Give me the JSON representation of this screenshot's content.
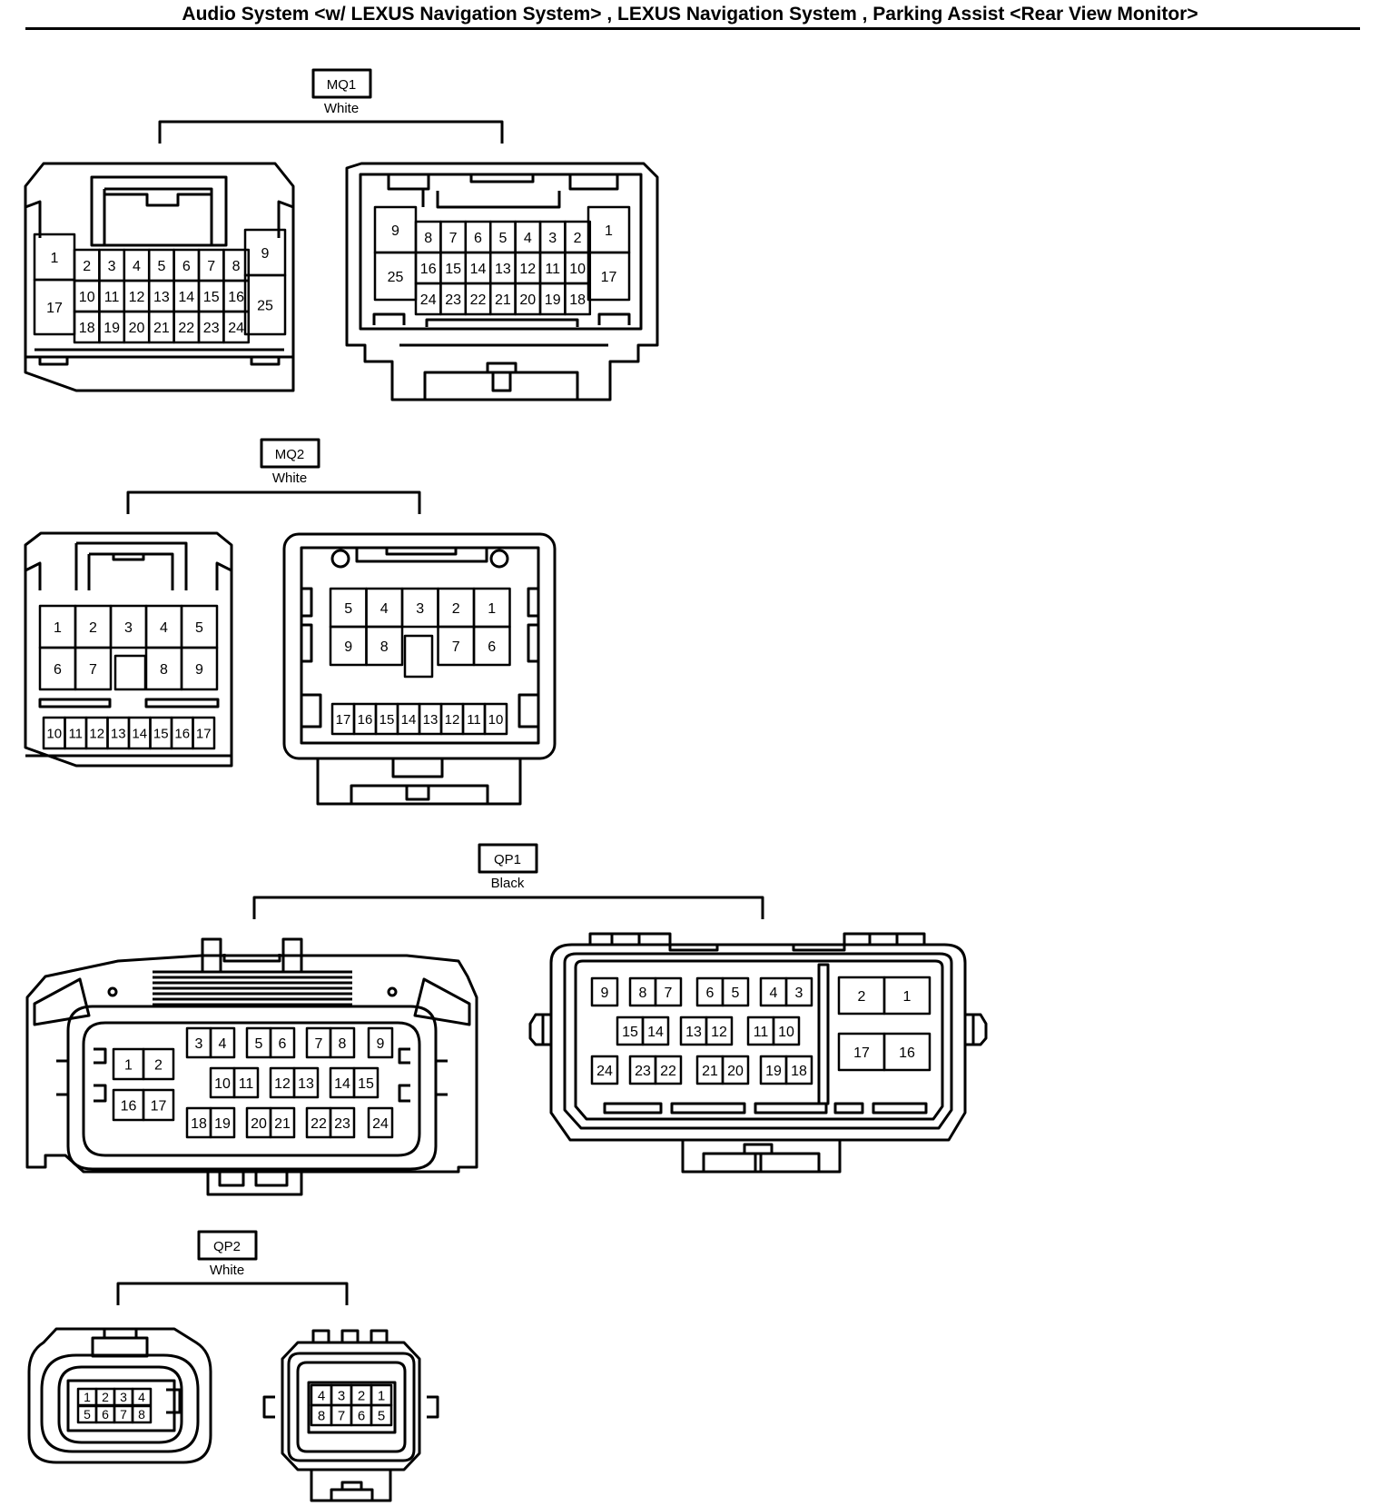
{
  "title": "Audio System <w/ LEXUS Navigation System> , LEXUS Navigation System , Parking Assist <Rear View Monitor>",
  "connectors": [
    {
      "id": "MQ1",
      "color": "White",
      "left_pins": {
        "big": [
          "1",
          "17",
          "9",
          "25"
        ],
        "r1": [
          "2",
          "3",
          "4",
          "5",
          "6",
          "7",
          "8"
        ],
        "r2": [
          "10",
          "11",
          "12",
          "13",
          "14",
          "15",
          "16"
        ],
        "r3": [
          "18",
          "19",
          "20",
          "21",
          "22",
          "23",
          "24"
        ]
      },
      "right_pins": {
        "big": [
          "9",
          "25",
          "1",
          "17"
        ],
        "r1": [
          "8",
          "7",
          "6",
          "5",
          "4",
          "3",
          "2"
        ],
        "r2": [
          "16",
          "15",
          "14",
          "13",
          "12",
          "11",
          "10"
        ],
        "r3": [
          "24",
          "23",
          "22",
          "21",
          "20",
          "19",
          "18"
        ]
      }
    },
    {
      "id": "MQ2",
      "color": "White",
      "left_pins": {
        "r1": [
          "1",
          "2",
          "3",
          "4",
          "5"
        ],
        "r2": [
          "6",
          "7",
          "",
          "8",
          "9"
        ],
        "r3": [
          "10",
          "11",
          "12",
          "13",
          "14",
          "15",
          "16",
          "17"
        ]
      },
      "right_pins": {
        "r1": [
          "5",
          "4",
          "3",
          "2",
          "1"
        ],
        "r2": [
          "9",
          "8",
          "",
          "7",
          "6"
        ],
        "r3": [
          "17",
          "16",
          "15",
          "14",
          "13",
          "12",
          "11",
          "10"
        ]
      }
    },
    {
      "id": "QP1",
      "color": "Black",
      "left_pins": {
        "g1": [
          "1",
          "2",
          "16",
          "17"
        ],
        "r1": [
          "3",
          "4",
          "5",
          "6",
          "7",
          "8",
          "9"
        ],
        "r2": [
          "10",
          "11",
          "12",
          "13",
          "14",
          "15"
        ],
        "r3": [
          "18",
          "19",
          "20",
          "21",
          "22",
          "23",
          "24"
        ]
      },
      "right_pins": {
        "r1": [
          "9",
          "8",
          "7",
          "6",
          "5",
          "4",
          "3"
        ],
        "r2": [
          "15",
          "14",
          "13",
          "12",
          "11",
          "10"
        ],
        "r3": [
          "24",
          "23",
          "22",
          "21",
          "20",
          "19",
          "18"
        ],
        "g1": [
          "2",
          "1",
          "17",
          "16"
        ]
      }
    },
    {
      "id": "QP2",
      "color": "White",
      "left_pins": {
        "r1": [
          "1",
          "2",
          "3",
          "4"
        ],
        "r2": [
          "5",
          "6",
          "7",
          "8"
        ]
      },
      "right_pins": {
        "r1": [
          "4",
          "3",
          "2",
          "1"
        ],
        "r2": [
          "8",
          "7",
          "6",
          "5"
        ]
      }
    }
  ]
}
